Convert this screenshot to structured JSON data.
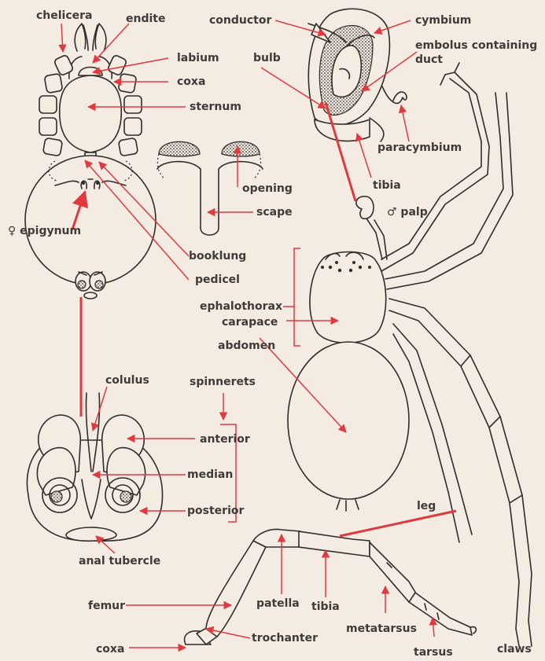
{
  "colors": {
    "background": "#f4ece2",
    "ink": "#2f2c2a",
    "label": "#3e3b38",
    "arrow": "#e03a3f"
  },
  "labels": {
    "chelicera": "chelicera",
    "endite": "endite",
    "labium": "labium",
    "coxa_top": "coxa",
    "sternum": "sternum",
    "epigynum": "♀ epigynum",
    "booklung": "booklung",
    "pedicel": "pedicel",
    "opening": "opening",
    "scape": "scape",
    "conductor": "conductor",
    "cymbium": "cymbium",
    "embolus_line1": "embolus containing",
    "embolus_line2": "duct",
    "bulb": "bulb",
    "paracymbium": "paracymbium",
    "tibia_palp": "tibia",
    "palp": "♂ palp",
    "cephalothorax": "ephalothorax",
    "carapace": "carapace",
    "abdomen": "abdomen",
    "colulus": "colulus",
    "spinnerets": "spinnerets",
    "anterior": "anterior",
    "median": "median",
    "posterior": "posterior",
    "anal_tubercle": "anal tubercle",
    "leg": "leg",
    "femur": "femur",
    "patella": "patella",
    "tibia_leg": "tibia",
    "metatarsus": "metatarsus",
    "coxa_leg": "coxa",
    "trochanter": "trochanter",
    "tarsus": "tarsus",
    "claws": "claws"
  }
}
